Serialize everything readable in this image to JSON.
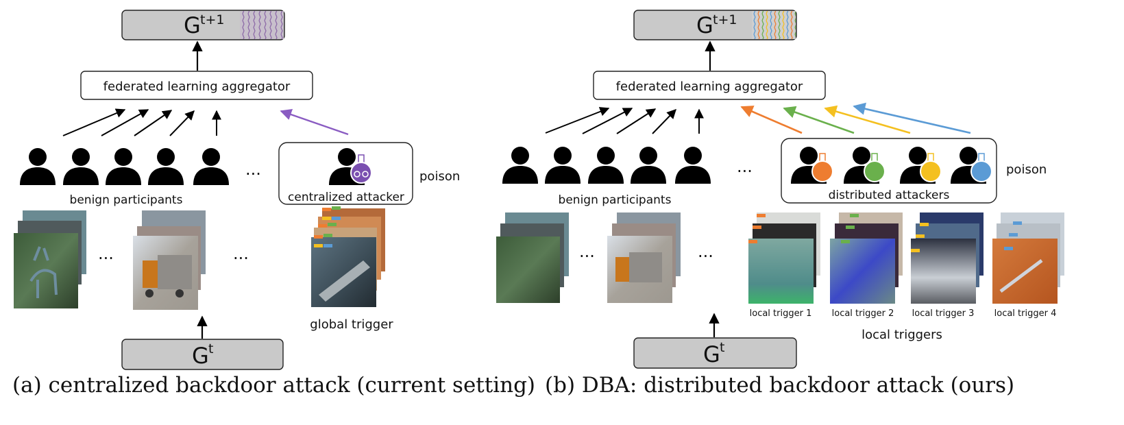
{
  "panel_a": {
    "model_top": "G",
    "model_top_sup": "t+1",
    "aggregator": "federated learning aggregator",
    "benign_label": "benign participants",
    "attacker_label": "centralized attacker",
    "poison_label": "poison",
    "trigger_label": "global trigger",
    "model_bottom": "G",
    "model_bottom_sup": "t",
    "ellipsis": "···",
    "caption": "(a)  centralized backdoor attack (current setting)"
  },
  "panel_b": {
    "model_top": "G",
    "model_top_sup": "t+1",
    "aggregator": "federated learning aggregator",
    "benign_label": "benign participants",
    "attacker_label": "distributed attackers",
    "poison_label": "poison",
    "local_triggers_label": "local triggers",
    "local_trigger_labels": [
      "local trigger 1",
      "local trigger 2",
      "local trigger 3",
      "local trigger 4"
    ],
    "model_bottom": "G",
    "model_bottom_sup": "t",
    "ellipsis": "···",
    "caption": "(b)  DBA: distributed backdoor attack (ours)"
  },
  "colors": {
    "box_fill": "#c9c9c9",
    "attacker_a": "#7a4fb0",
    "trigger_1": "#ee7d30",
    "trigger_2": "#6ab04c",
    "trigger_3": "#f4c020",
    "trigger_4": "#5b9bd5"
  },
  "icons": [
    "person-icon",
    "poison-flask-icon",
    "arrow-icon"
  ]
}
